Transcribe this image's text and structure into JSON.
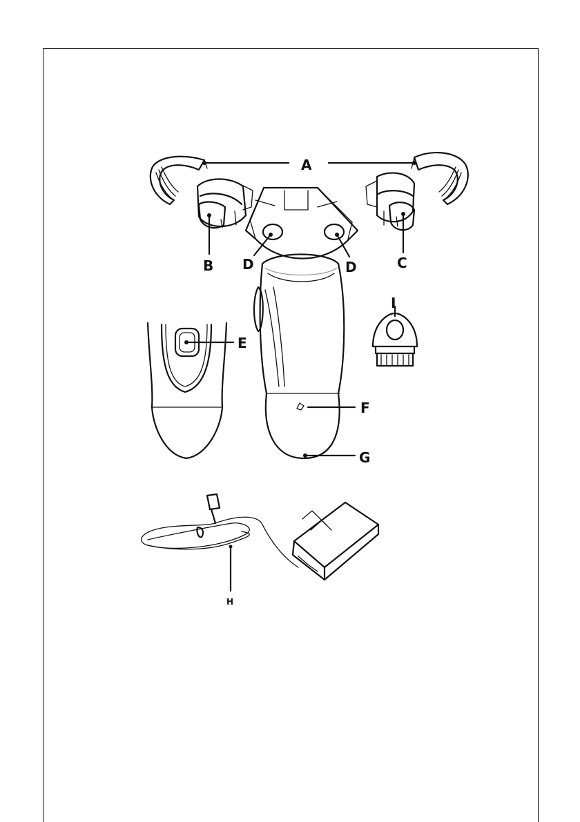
{
  "diagram": {
    "labels": {
      "a": "A",
      "b": "B",
      "c": "C",
      "d_left": "D",
      "d_right": "D",
      "e": "E",
      "f": "F",
      "g": "G",
      "h": "H",
      "i": "I"
    },
    "colors": {
      "ink": "#111111",
      "shade": "#9a9a9a",
      "paper": "#ffffff"
    }
  }
}
